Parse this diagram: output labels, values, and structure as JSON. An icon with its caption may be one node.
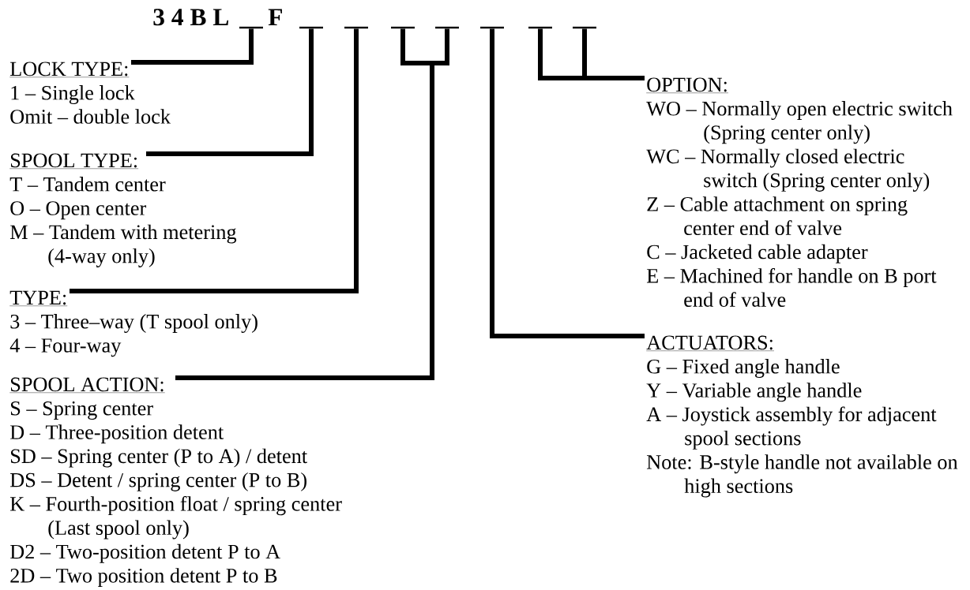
{
  "diagram": {
    "nodes": [
      {
        "text": [],
        "shape": "bar"
      },
      {
        "text": [],
        "shape": "bar"
      },
      {
        "text": [],
        "shape": "bar"
      },
      {
        "text": [],
        "shape": "bar"
      },
      {
        "text": [],
        "shape": "bar"
      },
      {
        "text": [],
        "shape": "bar"
      },
      {
        "text": [],
        "shape": "bar"
      },
      {
        "text": [],
        "shape": "bar"
      },
      {
        "text": [
          "LOCK TYPE:",
          "1 – Single lock",
          "Omit – double lock"
        ]
      },
      {
        "text": [
          "SPOOL TYPE:",
          "T – Tandem center",
          "O – Open center",
          "M – Tandem with metering (4-way only)"
        ]
      },
      {
        "text": [
          "TYPE:",
          "3 – Three–way (T spool only)",
          "4 – Four-way"
        ]
      },
      {
        "text": [
          "SPOOL ACTION:",
          "S – Spring center",
          "D – Three-position detent",
          "SD – Spring center (P to A) / detent",
          "DS – Detent / spring center (P to B)",
          "K – Fourth-position float / spring center (Last spool only)",
          "D2 – Two-position detent P to A",
          "2D – Two position detent P to B"
        ]
      },
      {
        "text": [
          "OPTION:",
          "WO – Normally open electric switch (Spring center only)",
          "WC – Normally closed electric switch (Spring center only)",
          "Z – Cable attachment on spring center end of valve",
          "C – Jacketed cable adapter",
          "E – Machined for handle on B port end of valve"
        ]
      },
      {
        "text": [
          "ACTUATORS:",
          "G – Fixed angle handle",
          "Y – Variable angle handle",
          "A – Joystick assembly for adjacent spool sections",
          "Note: B-style handle not available on high sections"
        ]
      }
    ],
    "edges": [
      {
        "from": 0,
        "to": 8,
        "arrow": "none"
      },
      {
        "from": 1,
        "to": 9,
        "arrow": "none"
      },
      {
        "from": 2,
        "to": 10,
        "arrow": "none"
      },
      {
        "from": 3,
        "to": 11,
        "arrow": "none"
      },
      {
        "from": 4,
        "to": 11,
        "arrow": "none"
      },
      {
        "from": 5,
        "to": 13,
        "arrow": "none"
      },
      {
        "from": 6,
        "to": 12,
        "arrow": "none"
      },
      {
        "from": 7,
        "to": 12,
        "arrow": "none"
      }
    ],
    "labels": [
      "3 4 B L",
      "F"
    ]
  }
}
